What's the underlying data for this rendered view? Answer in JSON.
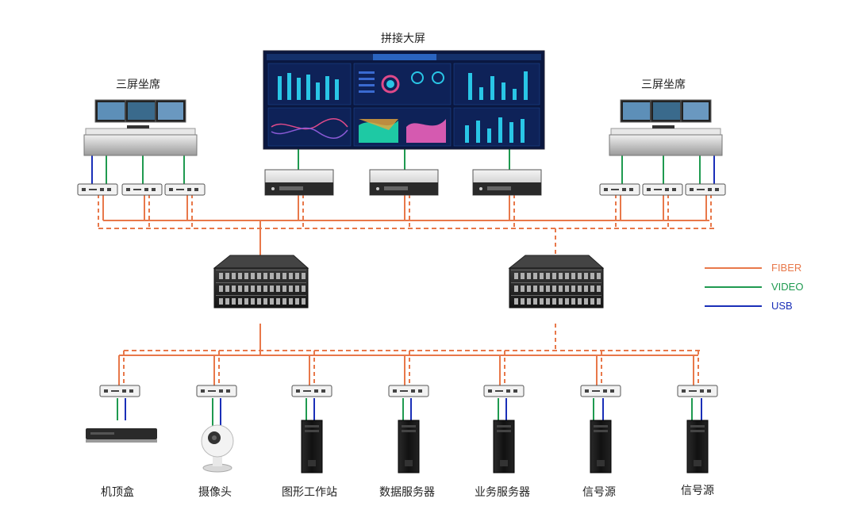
{
  "title": "拼接大屏",
  "seat_left": "三屏坐席",
  "seat_right": "三屏坐席",
  "legend": [
    {
      "key": "fiber",
      "label": "FIBER",
      "color": "#e8784a"
    },
    {
      "key": "video",
      "label": "VIDEO",
      "color": "#1f9a50"
    },
    {
      "key": "usb",
      "label": "USB",
      "color": "#1a2fb8"
    }
  ],
  "sources": [
    {
      "label": "机顶盒",
      "icon": "set-top-box-icon"
    },
    {
      "label": "摄像头",
      "icon": "camera-icon"
    },
    {
      "label": "图形工作站",
      "icon": "workstation-tower-icon"
    },
    {
      "label": "数据服务器",
      "icon": "server-tower-icon"
    },
    {
      "label": "业务服务器",
      "icon": "server-tower-icon"
    },
    {
      "label": "信号源",
      "icon": "server-tower-icon"
    },
    {
      "label": "信号源",
      "icon": "server-tower-icon"
    }
  ]
}
